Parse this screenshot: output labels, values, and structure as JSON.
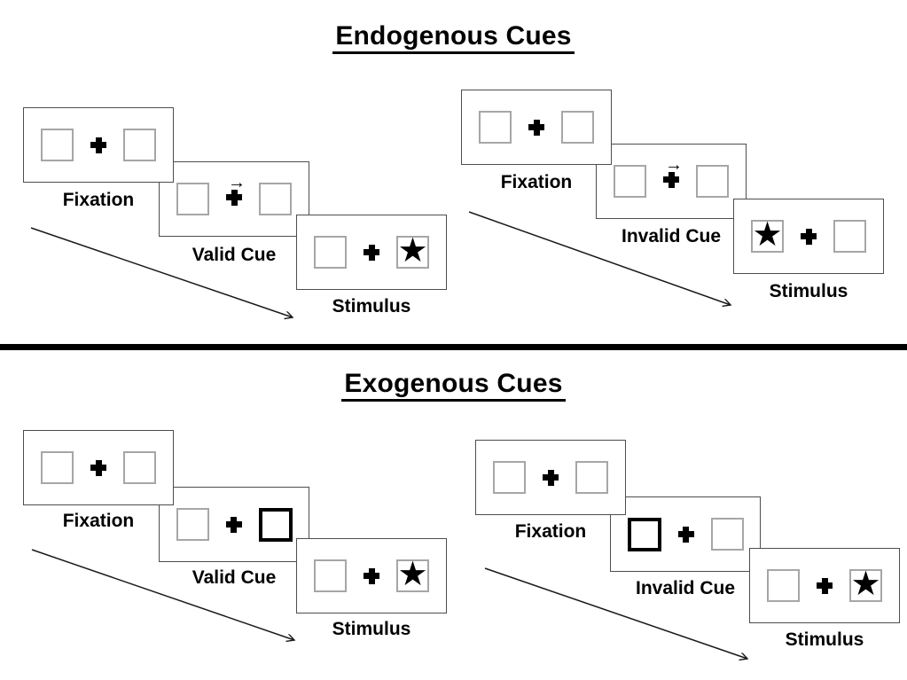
{
  "colors": {
    "ink": "#000000",
    "panel_border": "#4d4d4d",
    "square_border": "#a6a6a6",
    "background": "#ffffff"
  },
  "icons": {
    "star": "★",
    "cue_arrow_right": "→"
  },
  "sections": [
    {
      "title": "Endogenous Cues",
      "sequences": [
        {
          "type": "valid",
          "steps": [
            {
              "label": "Fixation"
            },
            {
              "label": "Valid Cue"
            },
            {
              "label": "Stimulus"
            }
          ]
        },
        {
          "type": "invalid",
          "steps": [
            {
              "label": "Fixation"
            },
            {
              "label": "Invalid Cue"
            },
            {
              "label": "Stimulus"
            }
          ]
        }
      ]
    },
    {
      "title": "Exogenous Cues",
      "sequences": [
        {
          "type": "valid",
          "steps": [
            {
              "label": "Fixation"
            },
            {
              "label": "Valid Cue"
            },
            {
              "label": "Stimulus"
            }
          ]
        },
        {
          "type": "invalid",
          "steps": [
            {
              "label": "Fixation"
            },
            {
              "label": "Invalid Cue"
            },
            {
              "label": "Stimulus"
            }
          ]
        }
      ]
    }
  ]
}
